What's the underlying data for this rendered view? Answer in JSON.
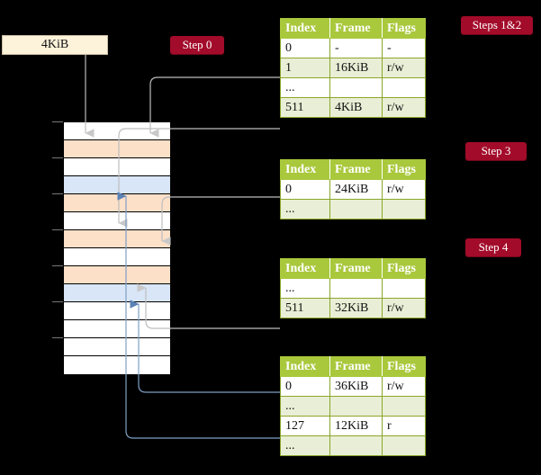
{
  "source_box": {
    "label": "4KiB"
  },
  "badges": [
    {
      "name": "step-0",
      "label": "Step 0"
    },
    {
      "name": "steps-1-2",
      "label": "Steps 1&2"
    },
    {
      "name": "step-3",
      "label": "Step 3"
    },
    {
      "name": "step-4",
      "label": "Step 4"
    }
  ],
  "colors": {
    "badge_bg": "#a30b2a",
    "table_header_bg": "#a9c83c",
    "table_row_alt_bg": "#e9efd6",
    "highlight_bg": "#ffff99",
    "memory_orange": "#fde0c8",
    "memory_blue": "#d9e6f7",
    "source_box_bg": "#fdf2da",
    "wire_gray": "#b9b9b9",
    "wire_blue": "#7e9fc4",
    "arrow_gray": "#cccccc",
    "arrow_blue": "#5b82b5"
  },
  "tables": [
    {
      "name": "page-table-1",
      "headers": [
        "Index",
        "Frame",
        "Flags"
      ],
      "rows": [
        {
          "cells": [
            "0",
            "-",
            "-"
          ],
          "highlight": [
            false,
            false,
            false
          ]
        },
        {
          "cells": [
            "1",
            "16KiB",
            "r/w"
          ],
          "highlight": [
            false,
            false,
            false
          ]
        },
        {
          "cells": [
            "...",
            "",
            ""
          ],
          "highlight": [
            false,
            false,
            false
          ]
        },
        {
          "cells": [
            "511",
            "4KiB",
            "r/w"
          ],
          "highlight": [
            true,
            true,
            true
          ]
        }
      ]
    },
    {
      "name": "page-table-2",
      "headers": [
        "Index",
        "Frame",
        "Flags"
      ],
      "rows": [
        {
          "cells": [
            "0",
            "24KiB",
            "r/w"
          ],
          "highlight": [
            false,
            false,
            false
          ]
        },
        {
          "cells": [
            "...",
            "",
            ""
          ],
          "highlight": [
            false,
            false,
            false
          ]
        }
      ]
    },
    {
      "name": "page-table-3",
      "headers": [
        "Index",
        "Frame",
        "Flags"
      ],
      "rows": [
        {
          "cells": [
            "...",
            "",
            ""
          ],
          "highlight": [
            false,
            false,
            false
          ]
        },
        {
          "cells": [
            "511",
            "32KiB",
            "r/w"
          ],
          "highlight": [
            false,
            false,
            false
          ]
        }
      ]
    },
    {
      "name": "page-table-4",
      "headers": [
        "Index",
        "Frame",
        "Flags"
      ],
      "rows": [
        {
          "cells": [
            "0",
            "36KiB",
            "r/w"
          ],
          "highlight": [
            false,
            false,
            false
          ]
        },
        {
          "cells": [
            "...",
            "",
            ""
          ],
          "highlight": [
            false,
            false,
            false
          ]
        },
        {
          "cells": [
            "127",
            "12KiB",
            "r"
          ],
          "highlight": [
            false,
            false,
            false
          ]
        },
        {
          "cells": [
            "...",
            "",
            ""
          ],
          "highlight": [
            false,
            false,
            false
          ]
        }
      ]
    }
  ],
  "memory_column": {
    "name": "physical-memory-column",
    "rows": [
      {
        "fill": "white"
      },
      {
        "fill": "orange"
      },
      {
        "fill": "white"
      },
      {
        "fill": "blue"
      },
      {
        "fill": "orange"
      },
      {
        "fill": "white"
      },
      {
        "fill": "orange"
      },
      {
        "fill": "white"
      },
      {
        "fill": "orange"
      },
      {
        "fill": "blue"
      },
      {
        "fill": "white"
      },
      {
        "fill": "white"
      },
      {
        "fill": "white"
      },
      {
        "fill": "white"
      }
    ]
  }
}
